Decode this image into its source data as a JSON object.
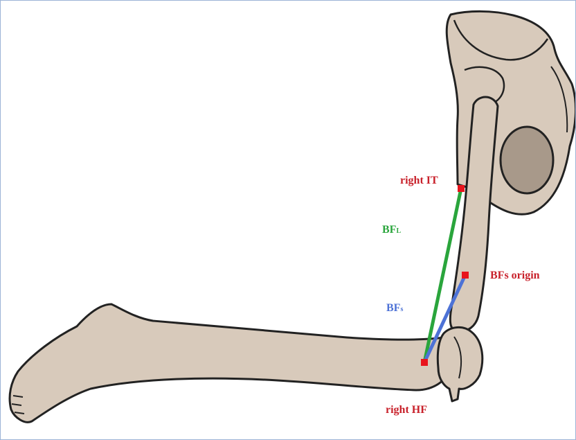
{
  "colors": {
    "bone_fill": "#d8cabb",
    "bone_shade": "#b7a896",
    "outline": "#222222",
    "landmark_marker": "#e8141c",
    "landmark_label": "#c8202a",
    "bf_long_head": "#2aa53c",
    "bf_short_head": "#4d72d6"
  },
  "labels": {
    "right_it": "right IT",
    "bf_long_main": "BF",
    "bf_long_sub": "L",
    "bfs_origin": "BFs origin",
    "bf_short_main": "BF",
    "bf_short_sub": "s",
    "right_hf": "right HF"
  }
}
